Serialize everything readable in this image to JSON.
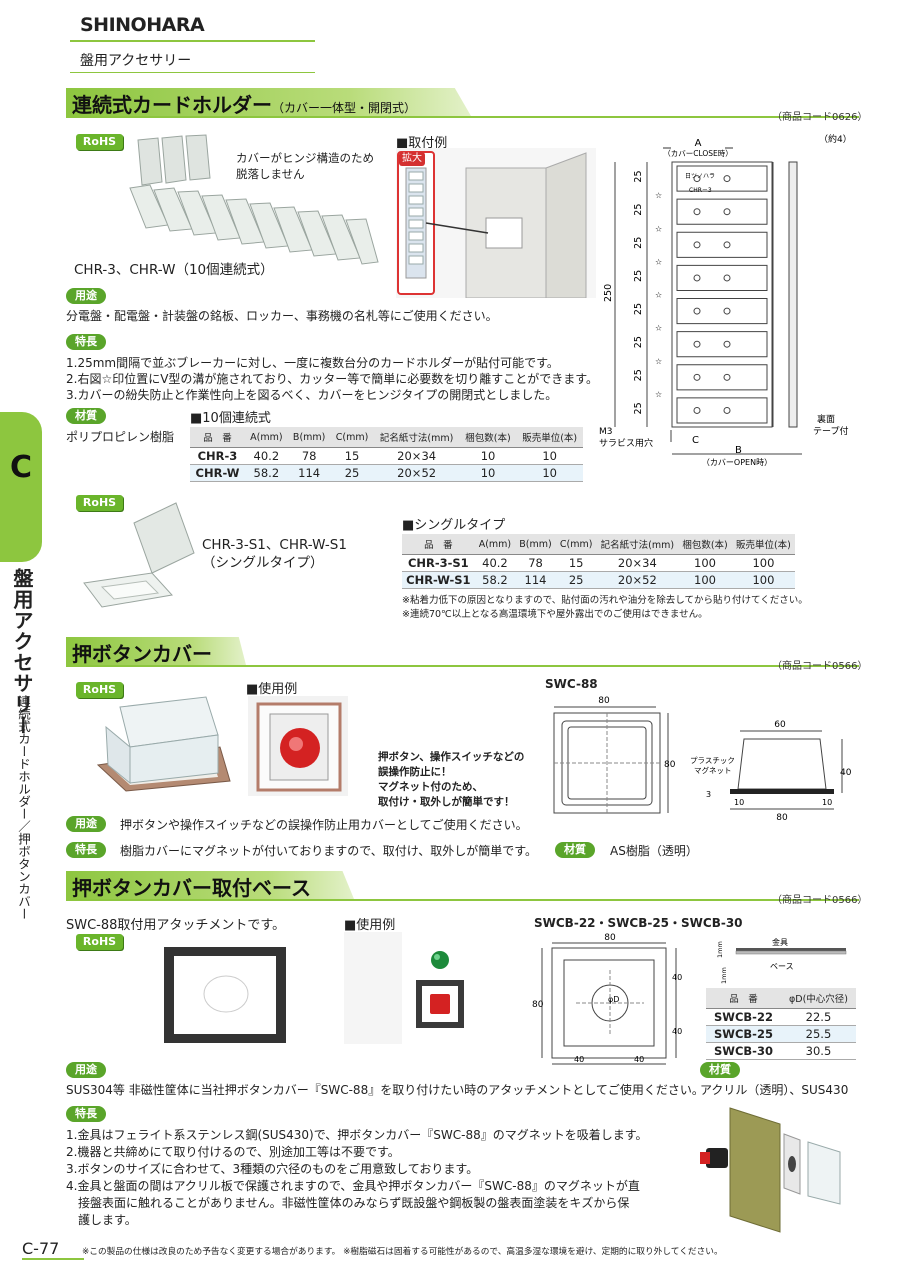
{
  "header": {
    "brand": "SHINOHARA",
    "category": "盤用アクセサリー"
  },
  "side": {
    "letter": "C",
    "main": "盤用アクセサリー",
    "sub": "連続式カードホルダー／押ボタンカバー"
  },
  "page_number": "C-77",
  "rohs": "RoHS",
  "s1": {
    "title": "連続式カードホルダー",
    "title_sub": "（カバー一体型・開閉式）",
    "code": "（商品コード0626）",
    "photo_note": "カバーがヒンジ構造のため\n脱落しません",
    "product_caption": "CHR-3、CHR-W（10個連続式）",
    "example_label": "■取付例",
    "enlarge": "拡大",
    "use_label": "用途",
    "use_text": "分電盤・配電盤・計装盤の銘板、ロッカー、事務機の名札等にご使用ください。",
    "feat_label": "特長",
    "features": [
      "1.25mm間隔で並ぶブレーカーに対し、一度に複数台分のカードホルダーが貼付可能です。",
      "2.右図☆印位置にV型の溝が施されており、カッター等で簡単に必要数を切り離すことができます。",
      "3.カバーの紛失防止と作業性向上を図るべく、カバーをヒンジタイプの開閉式としました。"
    ],
    "mat_label": "材質",
    "material": "ポリプロピレン樹脂",
    "table_title": "■10個連続式",
    "headers": [
      "品　番",
      "A(mm)",
      "B(mm)",
      "C(mm)",
      "記名紙寸法(mm)",
      "梱包数(本)",
      "販売単位(本)"
    ],
    "rows": [
      [
        "CHR-3",
        "40.2",
        "78",
        "15",
        "20×34",
        "10",
        "10"
      ],
      [
        "CHR-W",
        "58.2",
        "114",
        "25",
        "20×52",
        "10",
        "10"
      ]
    ],
    "single_caption": "CHR-3-S1、CHR-W-S1\n（シングルタイプ）",
    "single_title": "■シングルタイプ",
    "single_rows": [
      [
        "CHR-3-S1",
        "40.2",
        "78",
        "15",
        "20×34",
        "100",
        "100"
      ],
      [
        "CHR-W-S1",
        "58.2",
        "114",
        "25",
        "20×52",
        "100",
        "100"
      ]
    ],
    "notes": [
      "※粘着力低下の原因となりますので、貼付面の汚れや油分を除去してから貼り付けてください。",
      "※連続70℃以上となる高温環境下や屋外露出でのご使用はできません。"
    ],
    "drawing": {
      "a": "A",
      "a_sub": "（カバーCLOSE時）",
      "approx": "（約4）",
      "pitch": "25",
      "total": "250",
      "m3": "M3",
      "hole": "サラビス用穴",
      "c": "C",
      "b": "B",
      "b_sub": "（カバーOPEN時）",
      "back": "裏面",
      "tape": "テープ付",
      "label": "日ツノハラ",
      "part": "CHR－3"
    }
  },
  "s2": {
    "title": "押ボタンカバー",
    "code": "（商品コード0566）",
    "example_label": "■使用例",
    "photo_note": "押ボタン、操作スイッチなどの\n誤操作防止に！\nマグネット付のため、\n取付け・取外しが簡単です！",
    "model": "SWC-88",
    "use_label": "用途",
    "use_text": "押ボタンや操作スイッチなどの誤操作防止用カバーとしてご使用ください。",
    "feat_label": "特長",
    "feat_text": "樹脂カバーにマグネットが付いておりますので、取付け、取外しが簡単です。",
    "mat_label": "材質",
    "material": "AS樹脂（透明）",
    "drawing": {
      "w": "80",
      "h": "80",
      "top": "60",
      "height": "40",
      "t": "3",
      "m1": "10",
      "m2": "10",
      "base": "80",
      "plastic": "プラスチック",
      "magnet": "マグネット"
    }
  },
  "s3": {
    "title": "押ボタンカバー取付ベース",
    "code": "（商品コード0566）",
    "lead": "SWC-88取付用アタッチメントです。",
    "example_label": "■使用例",
    "models": "SWCB-22・SWCB-25・SWCB-30",
    "drawing": {
      "w": "80",
      "h": "80",
      "q1": "40",
      "q2": "40",
      "q3": "40",
      "q4": "40",
      "phi": "φD",
      "metal": "金具",
      "base": "ベース",
      "t1": "1mm",
      "t2": "1mm"
    },
    "table_headers": [
      "品　番",
      "φD(中心穴径)"
    ],
    "table_rows": [
      [
        "SWCB-22",
        "22.5"
      ],
      [
        "SWCB-25",
        "25.5"
      ],
      [
        "SWCB-30",
        "30.5"
      ]
    ],
    "use_label": "用途",
    "use_text": "SUS304等 非磁性筐体に当社押ボタンカバー『SWC-88』を取り付けたい時のアタッチメントとしてご使用ください。",
    "mat_label": "材質",
    "material": "アクリル（透明）、SUS430",
    "feat_label": "特長",
    "features": [
      "1.金具はフェライト系ステンレス鋼(SUS430)で、押ボタンカバー『SWC-88』のマグネットを吸着します。",
      "2.機器と共締めにて取り付けるので、別途加工等は不要です。",
      "3.ボタンのサイズに合わせて、3種類の穴径のものをご用意致しております。",
      "4.金具と盤面の間はアクリル板で保護されますので、金具や押ボタンカバー『SWC-88』のマグネットが直",
      "接盤表面に触れることがありません。非磁性筐体のみならず既設盤や鋼板製の盤表面塗装をキズから保",
      "護します。"
    ]
  },
  "footer": "※この製品の仕様は改良のため予告なく変更する場合があります。 ※樹脂磁石は固着する可能性があるので、高温多湿な環境を避け、定期的に取り外してください。"
}
